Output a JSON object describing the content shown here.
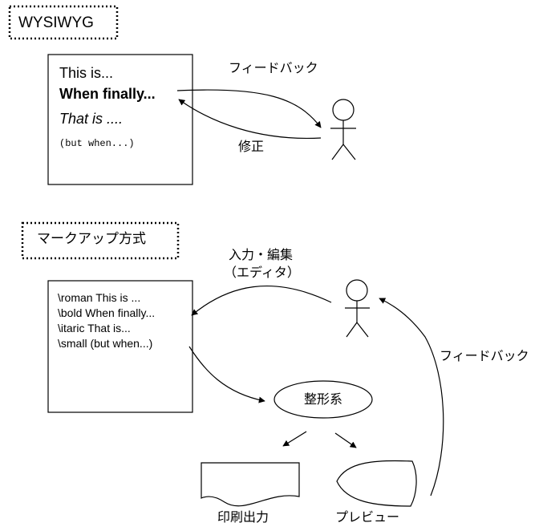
{
  "wysiwyg": {
    "title": "WYSIWYG",
    "doc_lines": [
      "This is...",
      "When finally...",
      "That is ....",
      "(but when...)"
    ],
    "feedback_label": "フィードバック",
    "fix_label": "修正"
  },
  "markup": {
    "title": "マークアップ方式",
    "edit_label_line1": "入力・編集",
    "edit_label_line2": "（エディタ）",
    "source_lines": [
      "\\roman This is ...",
      "\\bold When finally...",
      "\\itaric That is...",
      "\\small (but when...)"
    ],
    "formatter_label": "整形系",
    "feedback_label": "フィードバック",
    "print_label": "印刷出力",
    "preview_label": "プレビュー"
  }
}
